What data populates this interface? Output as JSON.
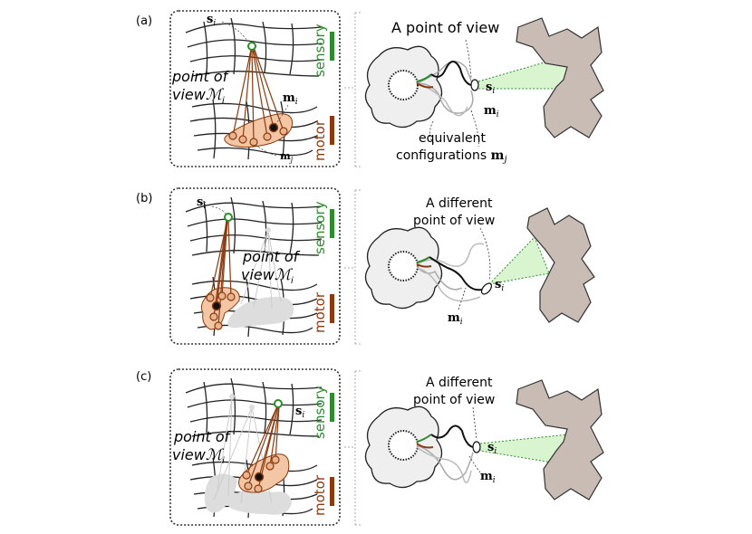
{
  "panels": [
    {
      "tag": "(a)",
      "sensory_label": "sensory",
      "motor_label": "motor",
      "pov_line1": "point of",
      "pov_line2": "view",
      "pov_symbol": "ℳ",
      "pov_sub": "i",
      "s_sym": "s",
      "s_sub": "i",
      "m_sym": "m",
      "m_sub": "i",
      "mj_sym": "m",
      "mj_sub": "j",
      "caption_line1": "A point of view",
      "caption_line2": "",
      "right_s_sym": "s",
      "right_s_sub": "i",
      "right_m_sym": "m",
      "right_m_sub": "i",
      "equiv_line1": "equivalent",
      "equiv_line2": "configurations",
      "equiv_sym": "m",
      "equiv_sub": "j"
    },
    {
      "tag": "(b)",
      "sensory_label": "sensory",
      "motor_label": "motor",
      "pov_line1": "point of",
      "pov_line2": "view",
      "pov_symbol": "ℳ",
      "pov_sub": "i",
      "s_sym": "s",
      "s_sub": "i",
      "caption_line1": "A different",
      "caption_line2": "point of view",
      "right_s_sym": "s",
      "right_s_sub": "i",
      "right_m_sym": "m",
      "right_m_sub": "i"
    },
    {
      "tag": "(c)",
      "sensory_label": "sensory",
      "motor_label": "motor",
      "pov_line1": "point of",
      "pov_line2": "view",
      "pov_symbol": "ℳ",
      "pov_sub": "i",
      "s_sym": "s",
      "s_sub": "i",
      "caption_line1": "A different",
      "caption_line2": "point of view",
      "right_s_sym": "s",
      "right_s_sub": "i",
      "right_m_sym": "m",
      "right_m_sub": "i"
    }
  ],
  "colors": {
    "sensory": "#2e8b2e",
    "motor": "#8b3a0f",
    "link": "#8b3a0f",
    "node_fill": "#e8b48f",
    "blob_fill": "#f3c7a5",
    "object_fill": "#c8bcb5",
    "view_cone": "#d9f5d0",
    "ghost": "#dddddd"
  }
}
